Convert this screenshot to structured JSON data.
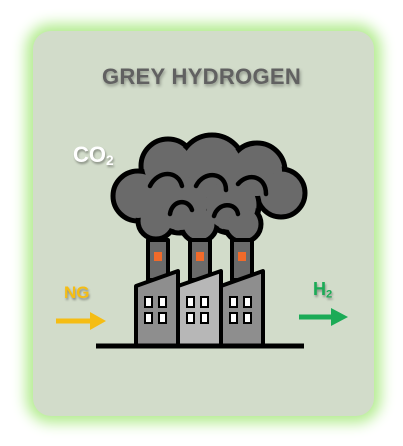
{
  "title": "GREY HYDROGEN",
  "labels": {
    "co2": {
      "main": "CO",
      "sub": "2"
    },
    "ng": {
      "main": "NG"
    },
    "h2": {
      "main": "H",
      "sub": "2"
    }
  },
  "colors": {
    "card_background": "#d2dcca",
    "card_glow": "#b3ec8f",
    "title": "#616161",
    "smoke": "#6a6a6a",
    "outline": "#000000",
    "ng_arrow": "#f5bd14",
    "h2_arrow": "#1bab56",
    "chimney_light": "#f16a2a"
  },
  "icons": [
    "smoke-cloud-icon",
    "factory-icon",
    "ng-arrow-icon",
    "h2-arrow-icon"
  ]
}
